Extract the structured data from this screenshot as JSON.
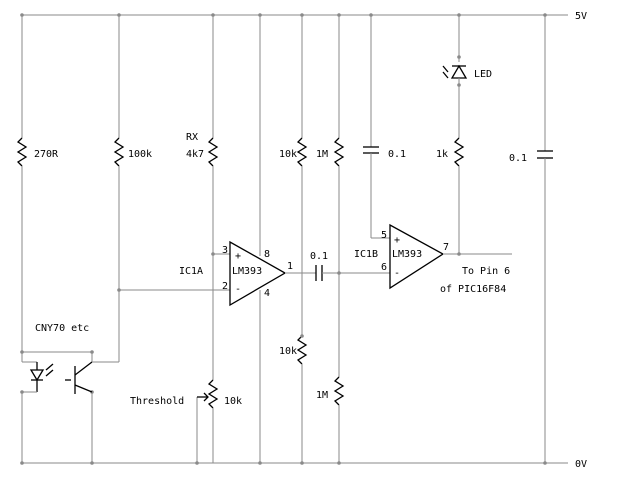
{
  "rails": {
    "top": "5V",
    "bottom": "0V"
  },
  "resistors": {
    "r270": "270R",
    "r100k": "100k",
    "rx_name": "RX",
    "rx_value": "4k7",
    "r10k_top": "10k",
    "r1m_top": "1M",
    "r1k": "1k",
    "r10k_bottom": "10k",
    "r1m_bottom": "1M"
  },
  "capacitors": {
    "c_vcc_ic1b": "0.1",
    "c_decouple": "0.1",
    "c_coupling": "0.1"
  },
  "opamps": {
    "ic1a": {
      "name": "IC1A",
      "part": "LM393",
      "pin_plus": "3",
      "pin_minus": "2",
      "pin_out": "1",
      "pin_vcc": "8",
      "pin_gnd": "4"
    },
    "ic1b": {
      "name": "IC1B",
      "part": "LM393",
      "pin_plus": "5",
      "pin_minus": "6",
      "pin_out": "7"
    }
  },
  "led": "LED",
  "sensor": "CNY70 etc",
  "threshold": {
    "label": "Threshold",
    "value": "10k"
  },
  "output": {
    "line1": "To Pin 6",
    "line2": "of PIC16F84"
  }
}
